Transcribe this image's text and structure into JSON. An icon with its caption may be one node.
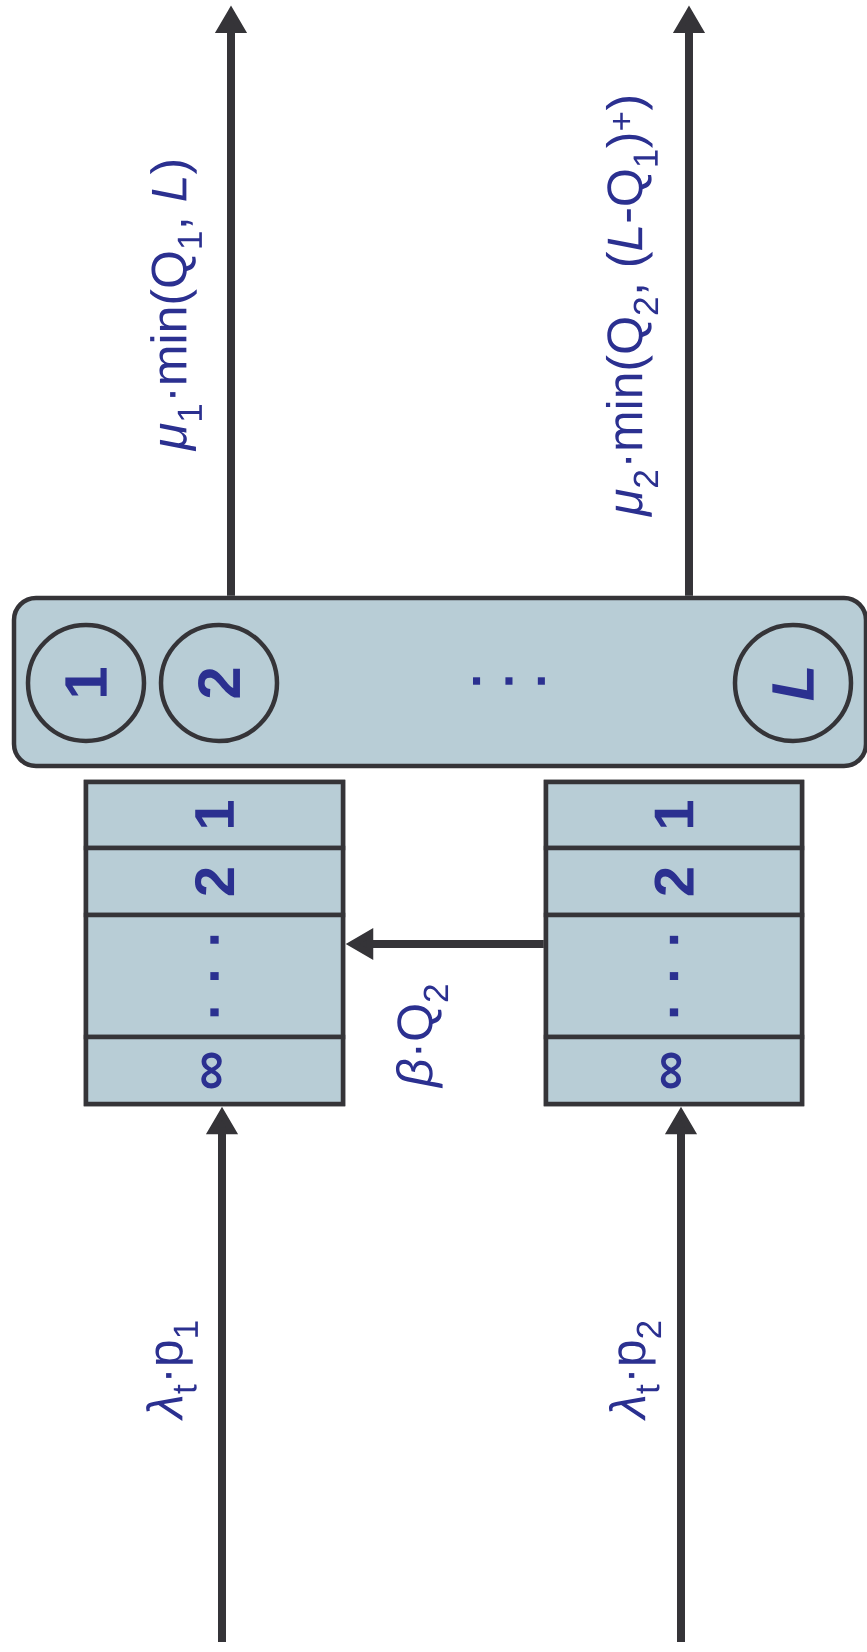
{
  "diagram": {
    "nodes": [
      {
        "text": [
          ". . ."
        ]
      },
      {
        "text": [
          "1"
        ],
        "in": 0
      },
      {
        "text": [
          "2"
        ],
        "in": 0
      },
      {
        "text": [
          "L"
        ],
        "in": 0
      },
      {
        "text": [],
        "shape": "box"
      },
      {
        "text": [
          "1"
        ],
        "in": 4
      },
      {
        "text": [
          "2"
        ],
        "in": 4
      },
      {
        "text": [
          ". . ."
        ],
        "in": 4
      },
      {
        "text": [
          "∞"
        ],
        "in": 4
      },
      {
        "text": [],
        "shape": "box"
      },
      {
        "text": [
          "1"
        ],
        "in": 9
      },
      {
        "text": [
          "2"
        ],
        "in": 9
      },
      {
        "text": [
          ". . ."
        ],
        "in": 9
      },
      {
        "text": [
          "∞"
        ],
        "in": 9
      }
    ],
    "edges": [
      {
        "from": null,
        "to": 4,
        "arrow": "to",
        "label": "*λ*$_{t}$·p$_{1}$"
      },
      {
        "from": null,
        "to": 9,
        "arrow": "to",
        "label": "*λ*$_{t}$·p$_{2}$"
      },
      {
        "from": 9,
        "to": 4,
        "arrow": "to",
        "label": "*β*·Q$_{2}$"
      },
      {
        "from": 0,
        "to": null,
        "arrow": "to",
        "label": "*μ*$_{1}$·min(Q$_{1}$, *L*)"
      },
      {
        "from": 0,
        "to": null,
        "arrow": "to",
        "label": "*μ*$_{2}$·min(Q$_{2}$, (*L*-Q$_{1}$)$^{+}$)"
      }
    ]
  }
}
